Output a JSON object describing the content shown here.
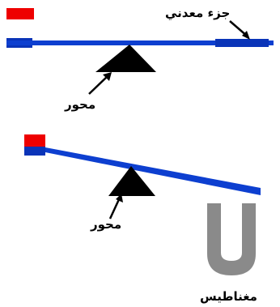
{
  "labels": {
    "magnetic_part": "جزء معدني",
    "pivot_top": "محور",
    "pivot_bottom": "محور",
    "magnet": "مغناطيس"
  },
  "colors": {
    "beam": "#0d3fd0",
    "beam_end": "#0a34b8",
    "red_block": "#ee0000",
    "pivot": "#000000",
    "magnet": "#8a8a8a",
    "arrow": "#000000",
    "background": "#ffffff"
  },
  "figures": [
    {
      "state": "balanced",
      "tilt": "level"
    },
    {
      "state": "attracted",
      "tilt": "down-right"
    }
  ]
}
